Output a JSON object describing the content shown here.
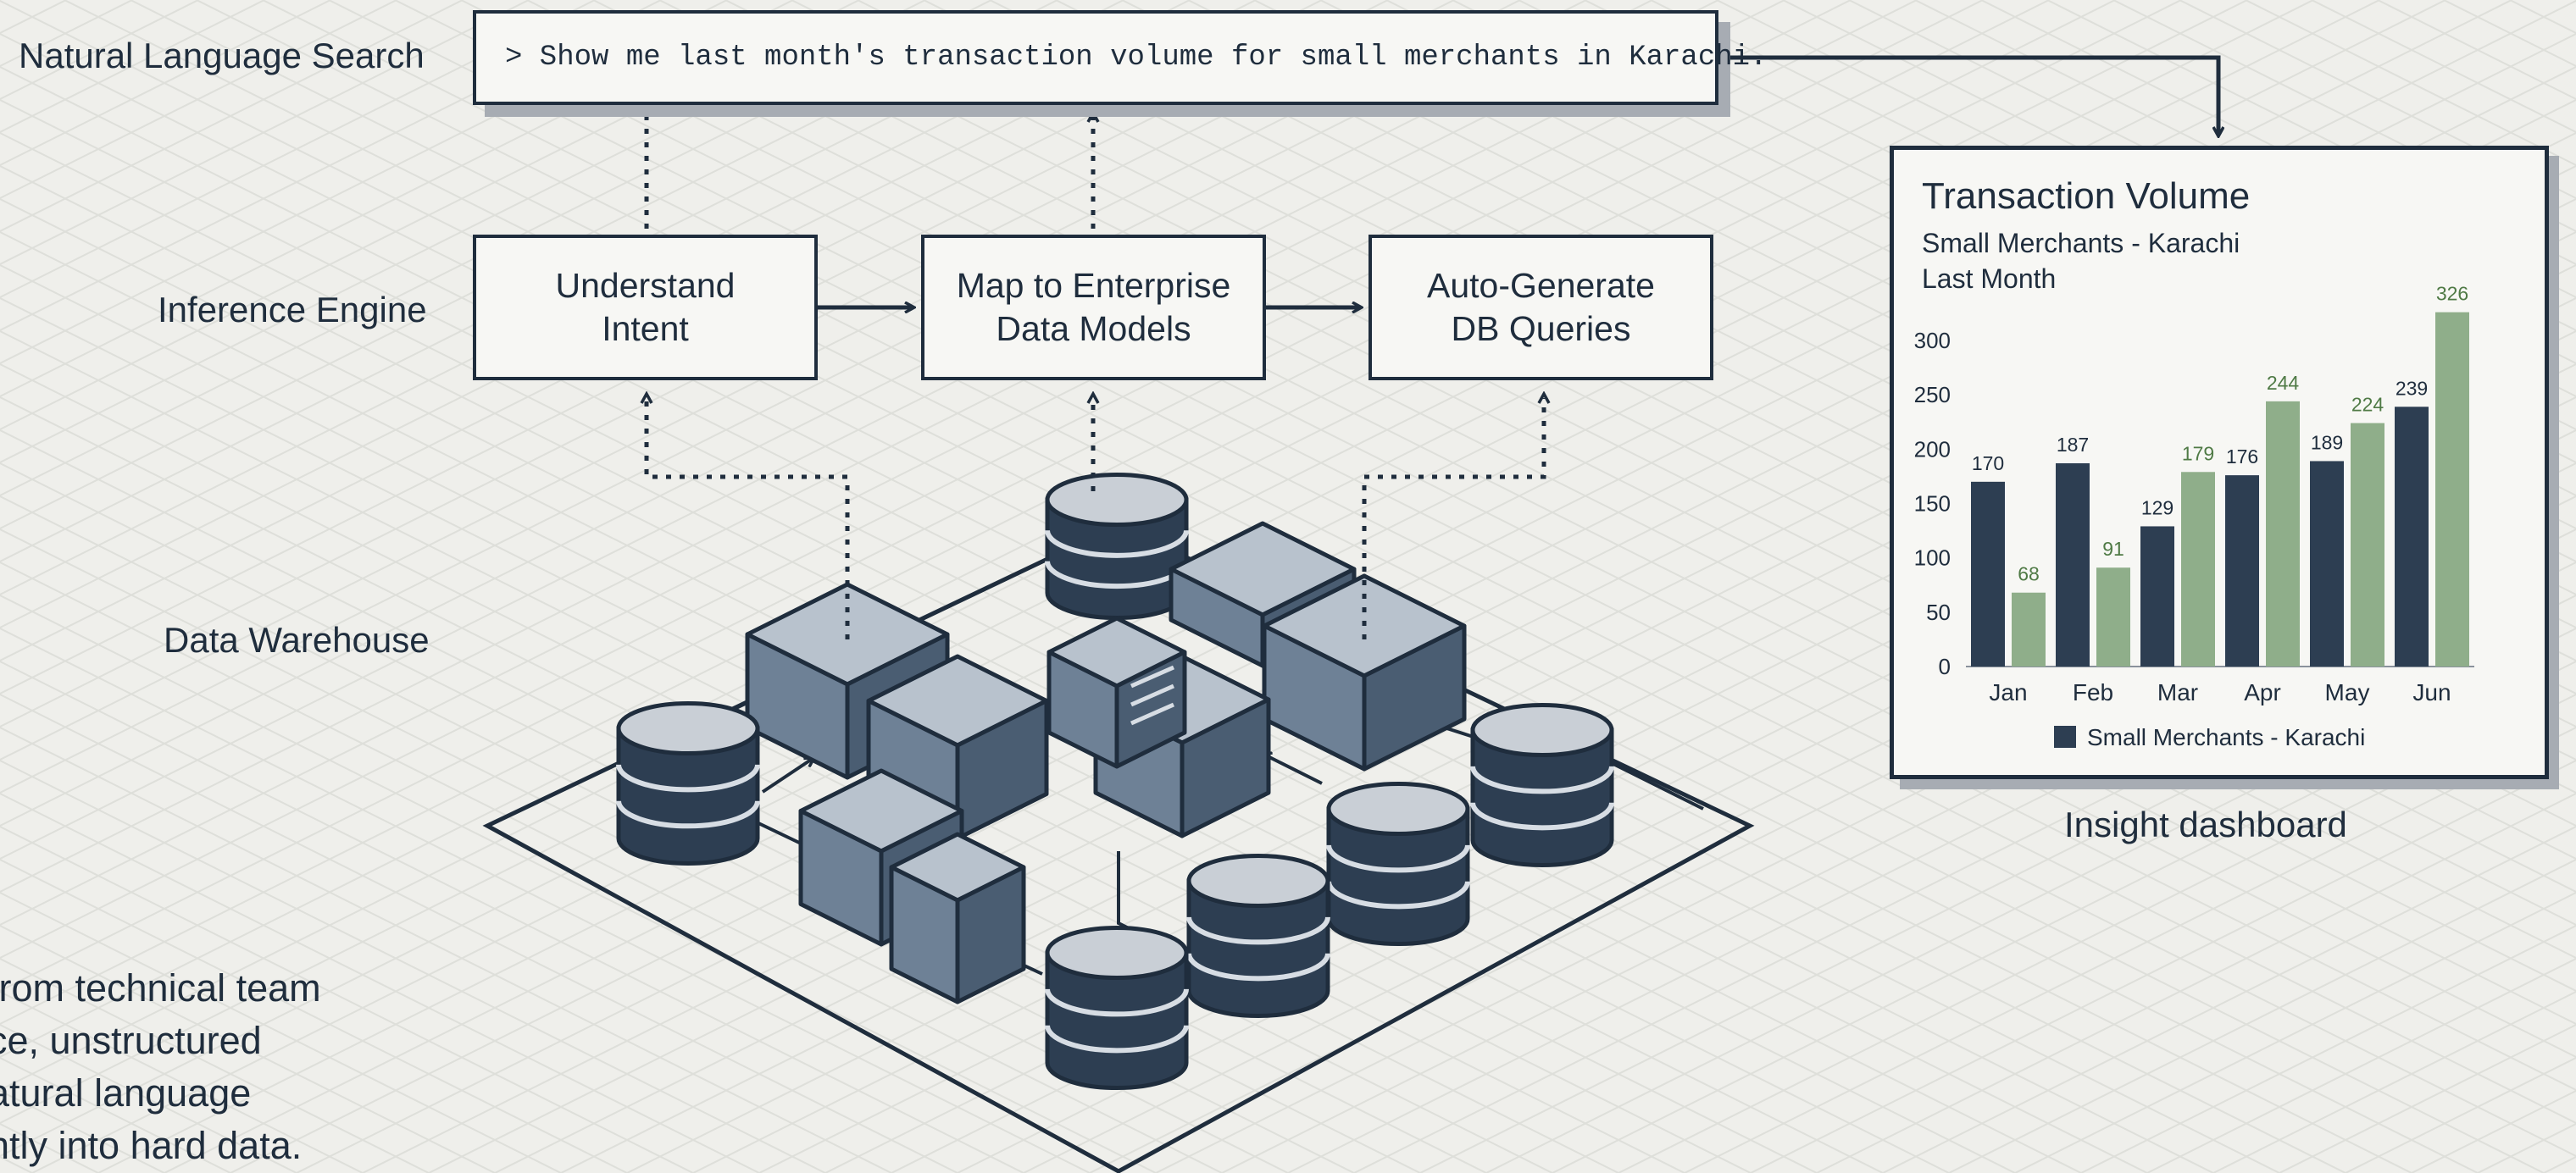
{
  "layers": {
    "search": "Natural Language Search",
    "engine": "Inference Engine",
    "warehouse": "Data Warehouse"
  },
  "search_box": {
    "query": "> Show me last month's transaction volume for small merchants in Karachi."
  },
  "engine_steps": [
    {
      "line1": "Understand",
      "line2": "Intent"
    },
    {
      "line1": "Map to Enterprise",
      "line2": "Data Models"
    },
    {
      "line1": "Auto-Generate",
      "line2": "DB Queries"
    }
  ],
  "dashboard": {
    "title": "Transaction Volume",
    "subtitle": "Small Merchants - Karachi",
    "period": "Last Month",
    "caption": "Insight dashboard"
  },
  "bottom_text": [
    "from technical team",
    "ce, unstructured",
    "atural language",
    "ntly into hard data."
  ],
  "colors": {
    "ink": "#1f2d3d",
    "series_dark": "#2d3e52",
    "series_green": "#8fae8a",
    "green_label": "#4f7a45",
    "cube_light": "#b8c2cd",
    "cube_mid": "#6e8196",
    "cube_dark": "#4a5d72"
  },
  "chart_data": {
    "type": "bar",
    "categories": [
      "Jan",
      "Feb",
      "Mar",
      "Apr",
      "May",
      "Jun"
    ],
    "series": [
      {
        "name": "Small Merchants - Karachi",
        "values": [
          170,
          187,
          129,
          176,
          189,
          239
        ]
      },
      {
        "values": [
          68,
          91,
          179,
          244,
          224,
          326
        ]
      }
    ],
    "ylim": [
      0,
      300
    ],
    "yticks": [
      0,
      50,
      100,
      150,
      200,
      250,
      300
    ],
    "legend": "bottom",
    "grid": false
  }
}
